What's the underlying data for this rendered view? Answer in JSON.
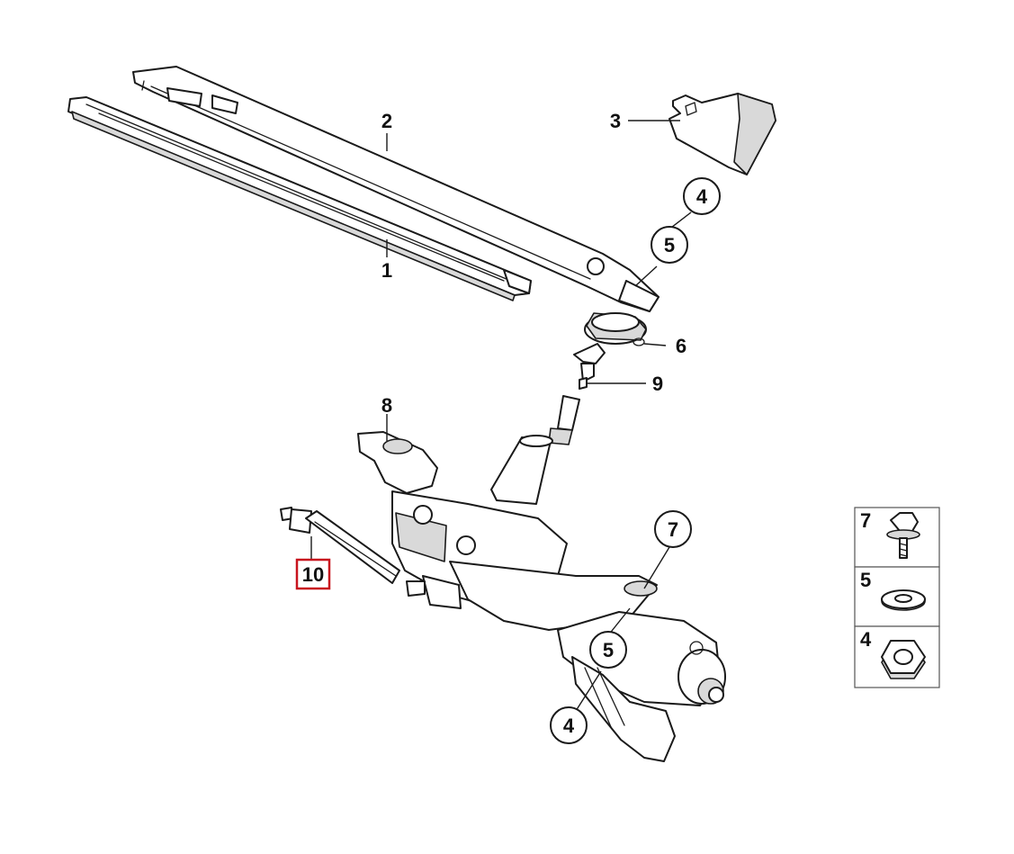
{
  "callouts": {
    "c1": "1",
    "c2": "2",
    "c3": "3",
    "c4_top": "4",
    "c5_top": "5",
    "c6": "6",
    "c7": "7",
    "c8": "8",
    "c9": "9",
    "c10": "10",
    "c5_bottom": "5",
    "c4_bottom": "4"
  },
  "legend": {
    "items": [
      {
        "number": "7",
        "icon": "hex-bolt-icon"
      },
      {
        "number": "5",
        "icon": "washer-icon"
      },
      {
        "number": "4",
        "icon": "hex-nut-icon"
      }
    ]
  },
  "colors": {
    "line": "#1a1a1a",
    "highlight": "#c8141e",
    "background": "#ffffff"
  }
}
